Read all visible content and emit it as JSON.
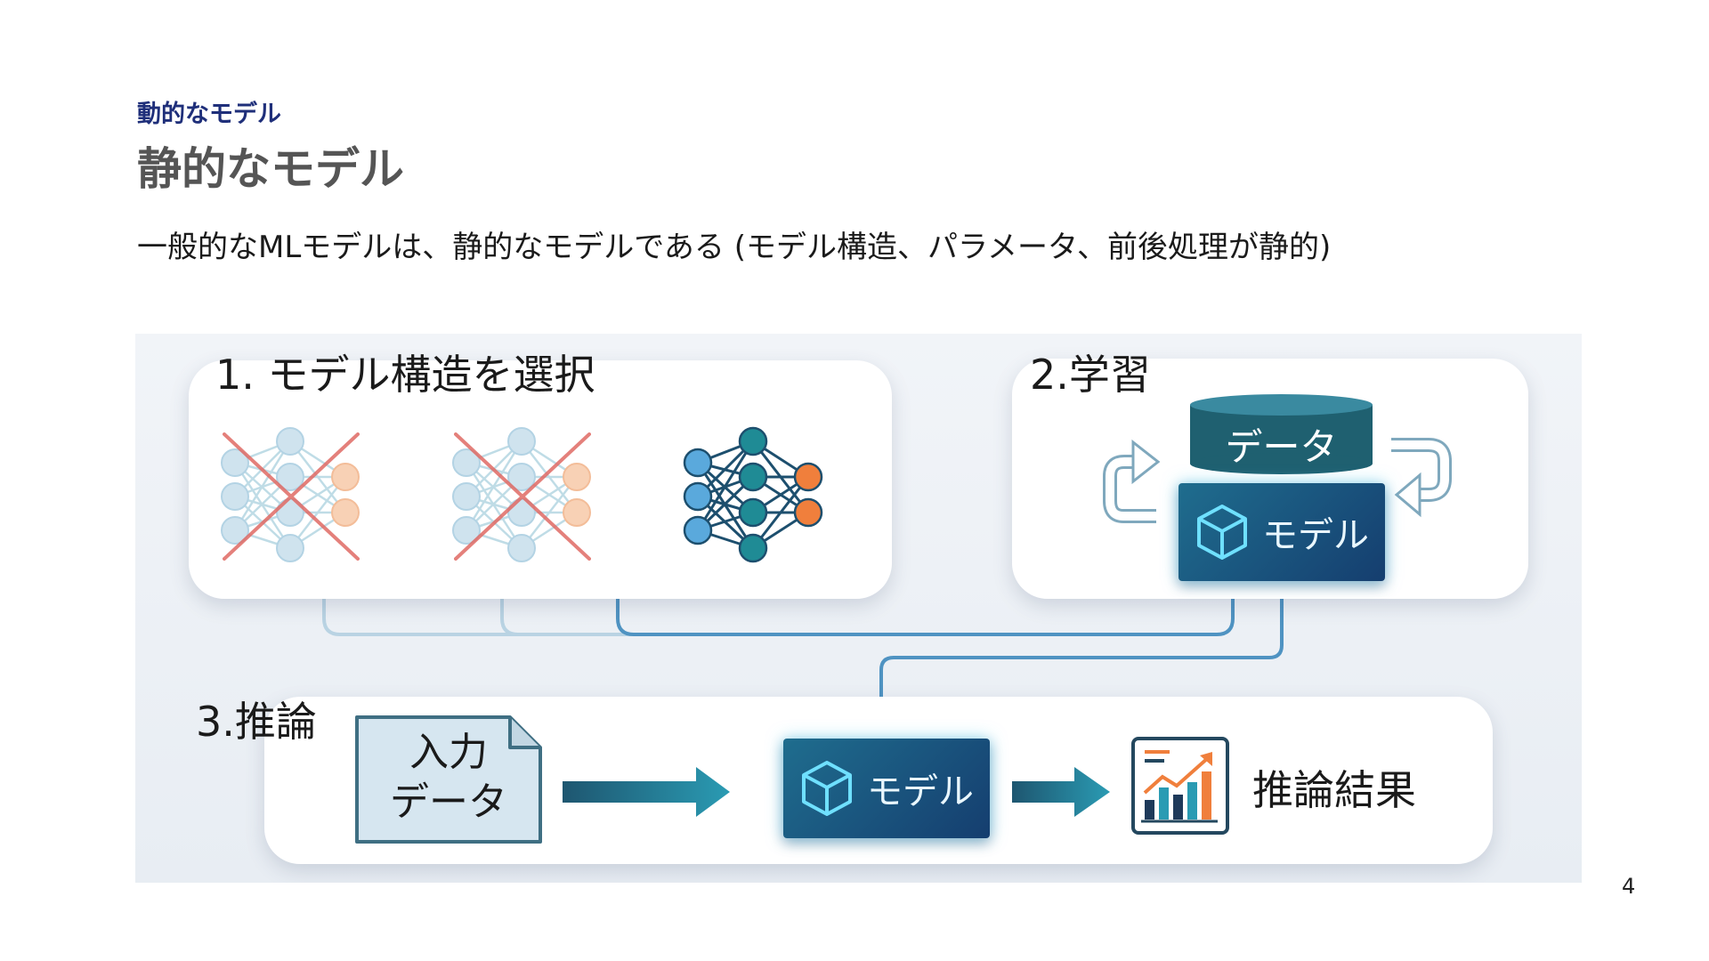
{
  "header": {
    "eyebrow": "動的なモデル",
    "title": "静的なモデル",
    "subtitle": "一般的なMLモデルは、静的なモデルである (モデル構造、パラメータ、前後処理が静的)"
  },
  "diagram": {
    "step1": {
      "title": "1. モデル構造を選択"
    },
    "step2": {
      "title": "2.学習",
      "data_label": "データ",
      "model_label": "モデル"
    },
    "step3": {
      "title": "3.推論",
      "input_line1": "入力",
      "input_line2": "データ",
      "model_label": "モデル",
      "result_label": "推論結果"
    },
    "colors": {
      "accent_teal": "#1f6d8e",
      "model_navy": "#153e6f",
      "node_blue": "#5aa9dc",
      "node_orange": "#f07f3c",
      "cross_red": "#e06a64",
      "connector": "#4f93c2"
    }
  },
  "footer": {
    "page_number": "4"
  }
}
